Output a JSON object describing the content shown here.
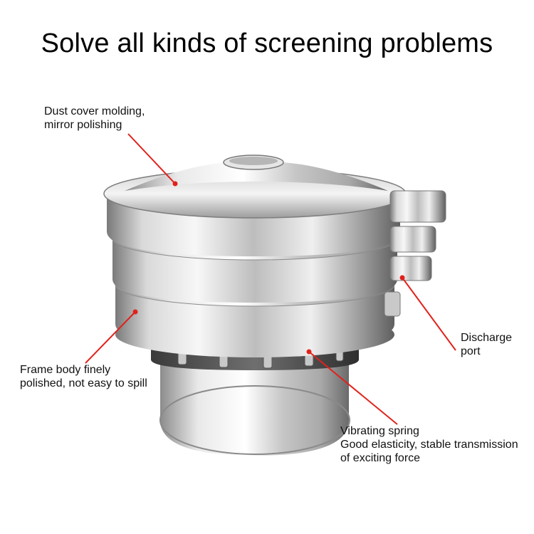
{
  "title": "Solve all kinds of screening problems",
  "annotations": {
    "dust_cover": {
      "lines": [
        "Dust cover molding,",
        "mirror polishing"
      ]
    },
    "frame_body": {
      "lines": [
        "Frame body finely",
        "polished, not easy to spill"
      ]
    },
    "discharge": {
      "lines": [
        "Discharge",
        "port"
      ]
    },
    "spring": {
      "lines": [
        "Vibrating spring",
        "Good elasticity, stable transmission",
        "of exciting force"
      ]
    }
  },
  "colors": {
    "pointer": "#e0221b",
    "metal_light": "#f2f2f2",
    "metal_mid": "#b9b9b9",
    "metal_dark": "#6e6e6e"
  }
}
